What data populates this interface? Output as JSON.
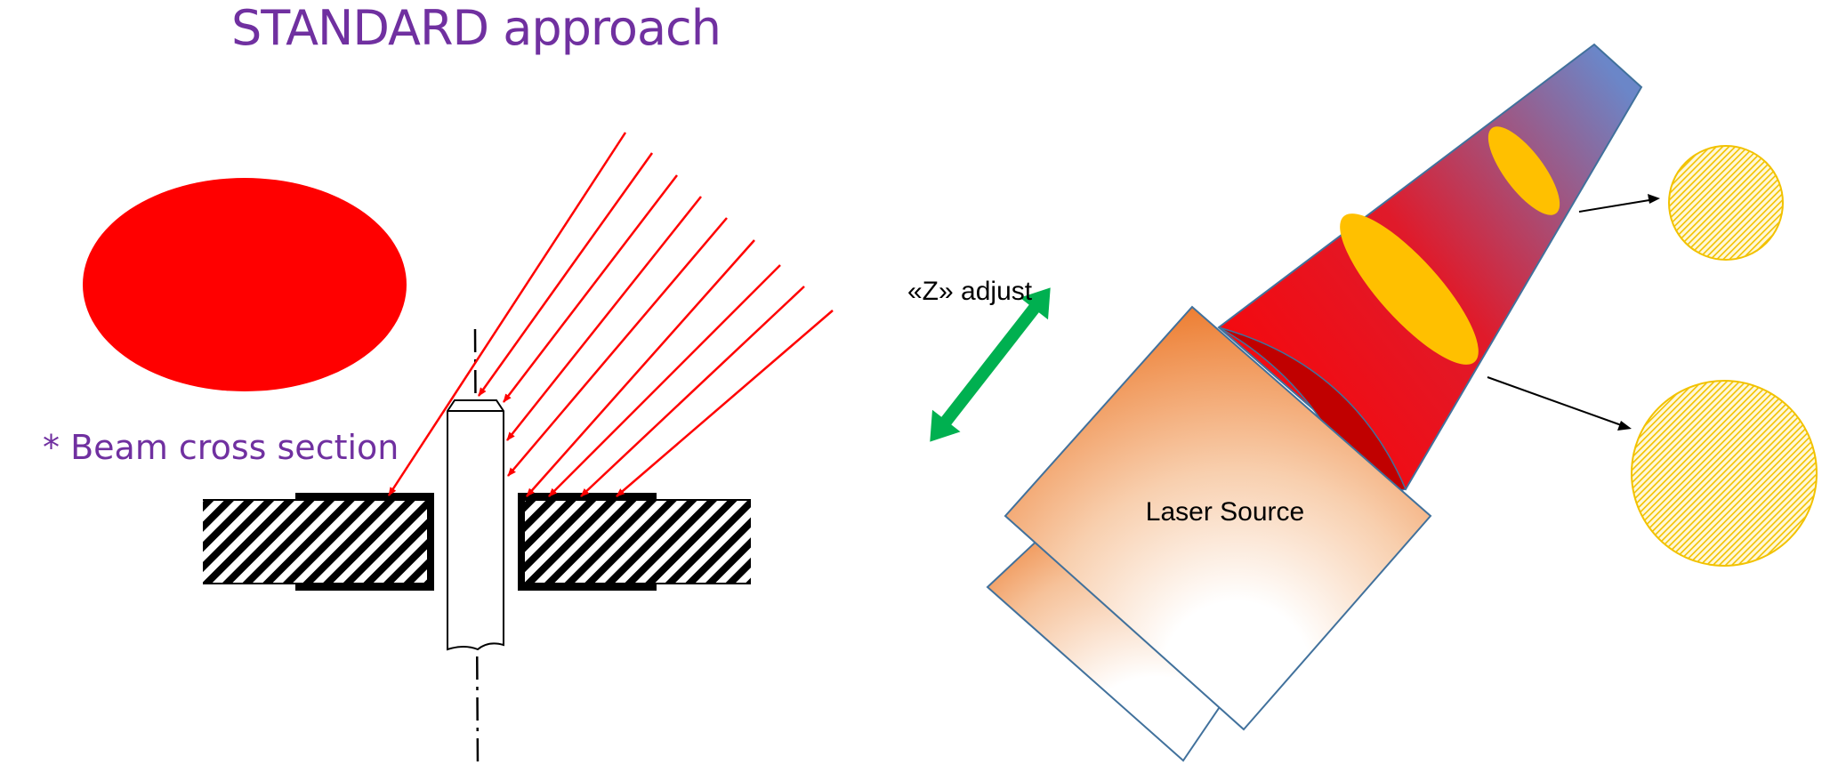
{
  "title": "STANDARD approach",
  "beam_label": "* Beam cross section",
  "z_label": "«Z» adjust",
  "source_label": "Laser Source",
  "colors": {
    "title": "#7030a0",
    "beam": "#ff0000",
    "rays": "#ff0000",
    "spot": "#ffc000",
    "arrow": "#00b050",
    "source": "#ed7d31"
  }
}
